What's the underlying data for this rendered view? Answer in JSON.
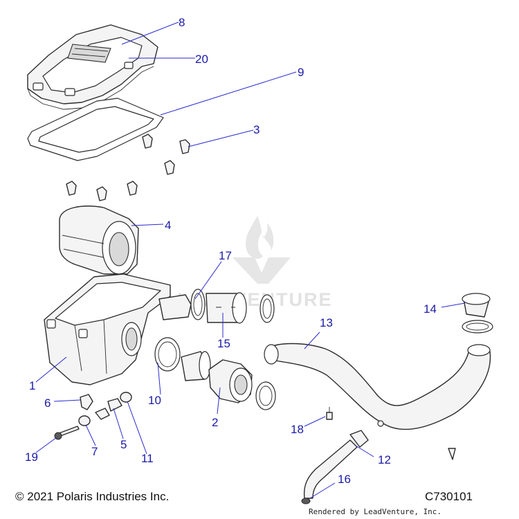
{
  "callouts": {
    "c1": "1",
    "c2": "2",
    "c3": "3",
    "c4": "4",
    "c5": "5",
    "c6": "6",
    "c7": "7",
    "c8": "8",
    "c9": "9",
    "c10": "10",
    "c11": "11",
    "c12": "12",
    "c13": "13",
    "c14": "14",
    "c15": "15",
    "c16": "16",
    "c17": "17",
    "c18": "18",
    "c19": "19",
    "c20": "20"
  },
  "watermark": {
    "text": "LEADVENTURE"
  },
  "footer": {
    "copyright": "© 2021 Polaris Industries Inc.",
    "diagram_code": "C730101",
    "rendered_by": "Rendered by LeadVenture, Inc."
  },
  "colors": {
    "callout_text": "#1a1aa8",
    "leader_line": "#2a2ad0",
    "line_art": "#2b2b2b"
  }
}
